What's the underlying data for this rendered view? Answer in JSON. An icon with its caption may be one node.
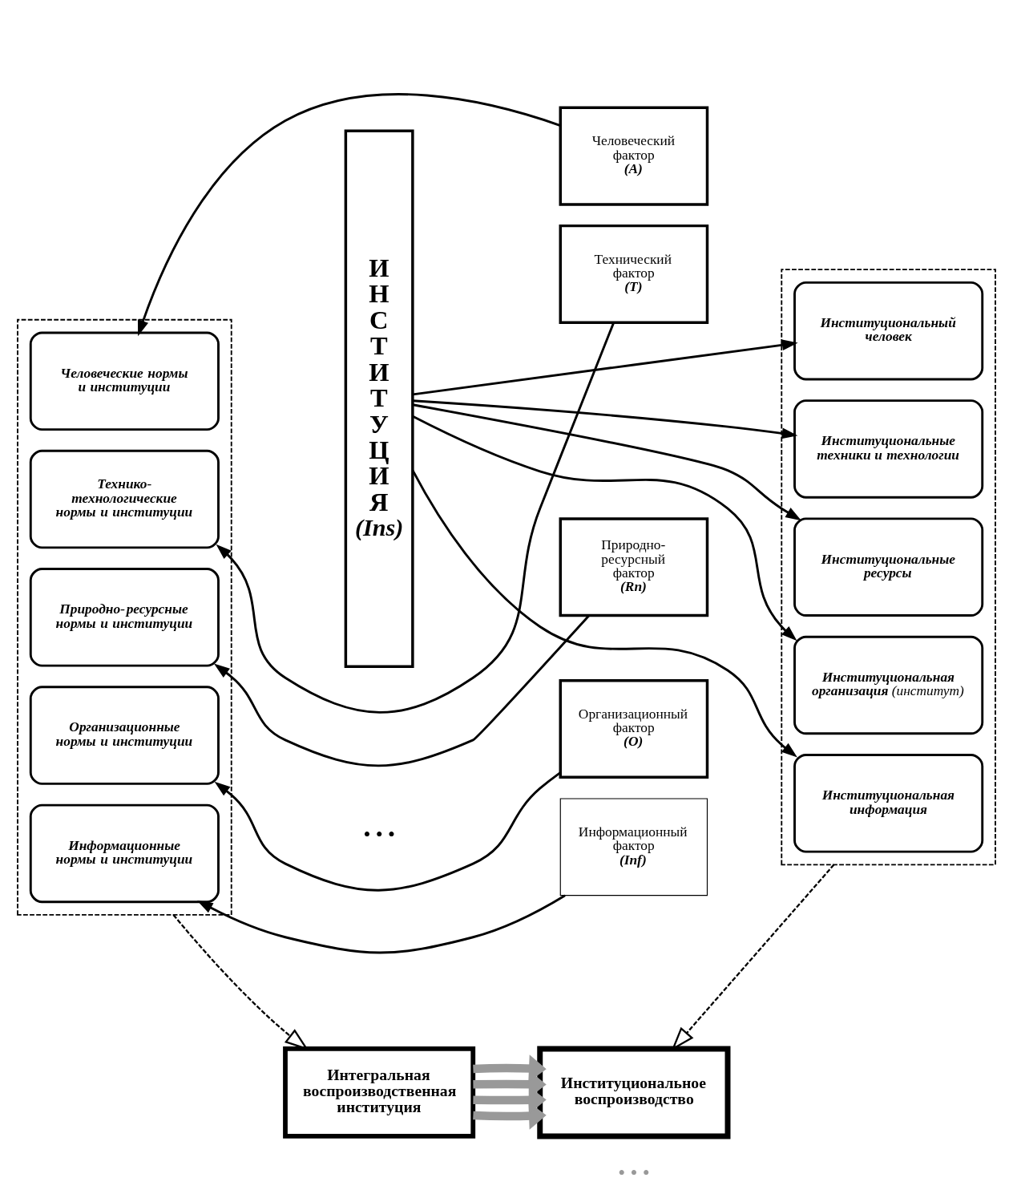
{
  "diagram": {
    "nodes": [
      {
        "text": [],
        "shape": "box"
      },
      {
        "text": [
          "Человеческие нормы и институции"
        ],
        "in": 0
      },
      {
        "text": [
          "Технико-технологические нормы и институции"
        ],
        "in": 0
      },
      {
        "text": [
          "Природно-ресурсные нормы и институции"
        ],
        "in": 0
      },
      {
        "text": [
          "Организационные нормы и институции"
        ],
        "in": 0
      },
      {
        "text": [
          "Информационные нормы и институции"
        ],
        "in": 0
      },
      {
        "text": [
          "ИНСТИТУЦИЯ",
          "(Ins)"
        ]
      },
      {
        "text": [
          "Человеческий фактор",
          "(A)"
        ]
      },
      {
        "text": [
          "Технический фактор",
          "(T)"
        ]
      },
      {
        "text": [
          "Природно-ресурсный фактор",
          "(Rn)"
        ]
      },
      {
        "text": [
          "Организационный фактор",
          "(O)"
        ]
      },
      {
        "text": [
          "Информационный фактор",
          "(Inf)"
        ]
      },
      {
        "text": [],
        "shape": "box"
      },
      {
        "text": [
          "Институциональный человек"
        ],
        "in": 12
      },
      {
        "text": [
          "Институциональные техники и технологии"
        ],
        "in": 12
      },
      {
        "text": [
          "Институциональные ресурсы"
        ],
        "in": 12
      },
      {
        "text": [
          "**Институциональная организация** (институт)"
        ],
        "in": 12
      },
      {
        "text": [
          "Институциональная информация"
        ],
        "in": 12
      },
      {
        "text": [
          "Интегральная воспроизводственная институция"
        ]
      },
      {
        "text": [
          "Институциональное воспроизводство"
        ]
      }
    ],
    "edges": [
      {
        "from": 6,
        "to": 13,
        "arrow": "to"
      },
      {
        "from": 7,
        "to": 1,
        "arrow": "to"
      },
      {
        "from": 6,
        "to": 14,
        "arrow": "to"
      },
      {
        "from": 8,
        "to": 2,
        "arrow": "to"
      },
      {
        "from": 6,
        "to": 15,
        "arrow": "to"
      },
      {
        "from": 9,
        "to": 3,
        "arrow": "to"
      },
      {
        "from": 6,
        "to": 16,
        "arrow": "to"
      },
      {
        "from": 10,
        "to": 4,
        "arrow": "to"
      },
      {
        "from": 6,
        "to": 17,
        "arrow": "to"
      },
      {
        "from": 11,
        "to": 5,
        "arrow": "to"
      },
      {
        "from": 0,
        "to": 18,
        "arrow": "to",
        "style": "dashed"
      },
      {
        "from": 12,
        "to": 19,
        "arrow": "to",
        "style": "dashed"
      },
      {
        "from": 18,
        "to": 19,
        "arrow": "to",
        "style": "thick",
        "color": "#999999"
      },
      {
        "from": 18,
        "to": 19,
        "arrow": "to",
        "style": "thick",
        "color": "#999999"
      },
      {
        "from": 18,
        "to": 19,
        "arrow": "to",
        "style": "thick",
        "color": "#999999"
      },
      {
        "from": 18,
        "to": 19,
        "arrow": "to",
        "style": "thick",
        "color": "#999999"
      }
    ],
    "labels": [
      "• • •",
      "• • •"
    ]
  }
}
